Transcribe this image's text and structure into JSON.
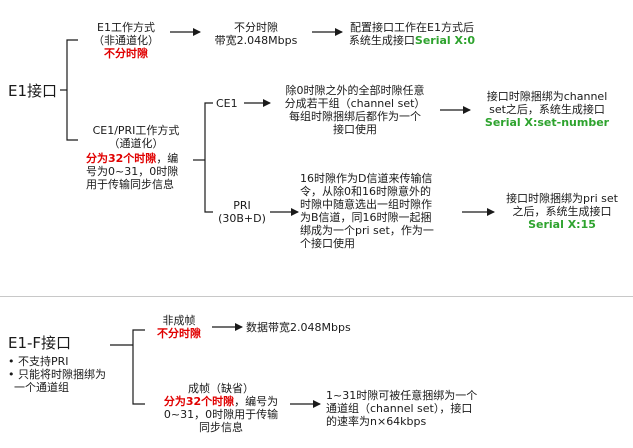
{
  "e1": {
    "title": "E1接口",
    "mode1": {
      "line1": "E1工作方式",
      "line2": "（非通道化）",
      "note": "不分时隙"
    },
    "mode1_desc": {
      "line1": "不分时隙",
      "line2": "带宽2.048Mbps"
    },
    "mode1_result": {
      "line1": "配置接口工作在E1方式后",
      "line2": "系统生成接口",
      "iface": "Serial X:0"
    },
    "mode2": {
      "line1": "CE1/PRI工作方式",
      "line2": "（通道化）",
      "note_red": "分为32个时隙",
      "note_rest": "，编",
      "line4": "号为0~31，0时隙",
      "line5": "用于传输同步信息"
    },
    "ce1": {
      "label": "CE1",
      "desc": [
        "除0时隙之外的全部时隙任意",
        "分成若干组（channel set）",
        "每组时隙捆绑后都作为一个",
        "接口使用"
      ],
      "result": {
        "line1": "接口时隙捆绑为channel",
        "line2": "set之后，系统生成接口",
        "iface": "Serial X:set-number"
      }
    },
    "pri": {
      "label": "PRI",
      "sub": "(30B+D)",
      "desc": [
        "16时隙作为D信道来传输信",
        "令，从除0和16时隙意外的",
        "时隙中随意选出一组时隙作",
        "为B信道，同16时隙一起捆",
        "绑成为一个pri set，作为一",
        "个接口使用"
      ],
      "result": {
        "line1": "接口时隙捆绑为pri set",
        "line2": "之后，系统生成接口",
        "iface": "Serial X:15"
      }
    }
  },
  "e1f": {
    "title": "E1-F接口",
    "bullets": [
      "• 不支持PRI",
      "• 只能将时隙捆绑为",
      "一个通道组"
    ],
    "unframed": {
      "line1": "非成帧",
      "note": "不分时隙",
      "result": "数据带宽2.048Mbps"
    },
    "framed": {
      "line1": "成帧（缺省）",
      "note_red": "分为32个时隙",
      "note_rest": "，编号为",
      "line3": "0~31，0时隙用于传输",
      "line4": "同步信息",
      "result": [
        "1~31时隙可被任意捆绑为一个",
        "通道组（channel set），接口",
        "的速率为n×64kbps"
      ]
    }
  },
  "colors": {
    "line": "#1a1a1a",
    "red": "#e00000",
    "green": "#2ea32e",
    "divider": "#c8c8c8"
  }
}
